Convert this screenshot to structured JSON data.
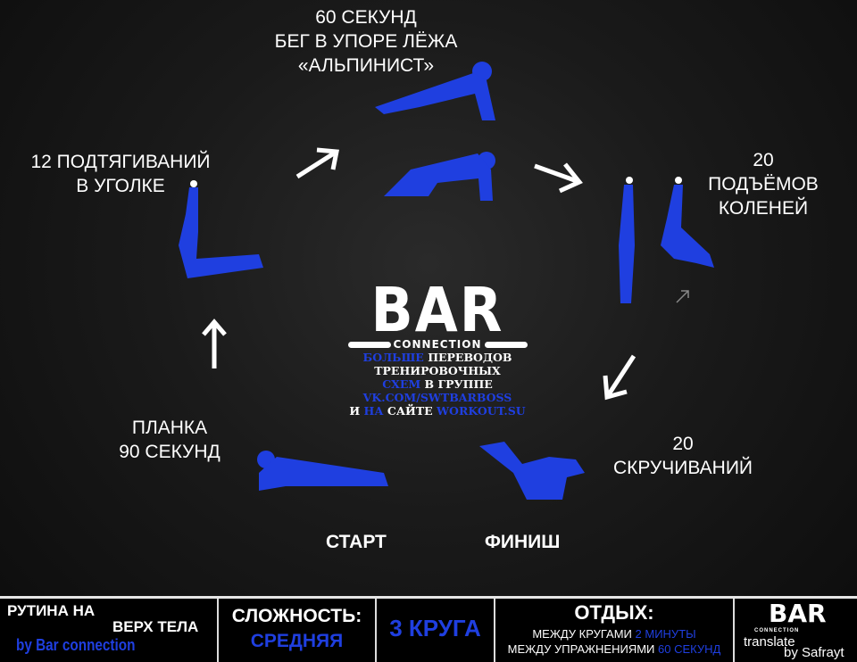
{
  "exercises": {
    "climbers": {
      "line1": "60 СЕКУНД",
      "line2": "БЕГ В УПОРЕ ЛЁЖА",
      "line3": "«АЛЬПИНИСТ»"
    },
    "pullups": {
      "line1": "12 ПОДТЯГИВАНИЙ",
      "line2": "В УГОЛКЕ"
    },
    "knees": {
      "line1": "20",
      "line2": "ПОДЪЁМОВ",
      "line3": "КОЛЕНЕЙ"
    },
    "crunches": {
      "line1": "20",
      "line2": "СКРУЧИВАНИЙ"
    },
    "plank": {
      "line1": "ПЛАНКА",
      "line2": "90 СЕКУНД"
    }
  },
  "start_label": "СТАРТ",
  "finish_label": "ФИНИШ",
  "logo": {
    "title": "BAR",
    "subtitle": "CONNECTION",
    "promo": [
      [
        {
          "t": "БОЛЬШЕ",
          "blue": true
        },
        {
          "t": " ПЕРЕВОДОВ ТРЕНИРОВОЧНЫХ",
          "blue": false
        }
      ],
      [
        {
          "t": "СХЕМ",
          "blue": true
        },
        {
          "t": " В ГРУППЕ ",
          "blue": false
        },
        {
          "t": "VK.COM/SWTBARBOSS",
          "blue": true
        }
      ],
      [
        {
          "t": "И ",
          "blue": false
        },
        {
          "t": "НА",
          "blue": true
        },
        {
          "t": " САЙТЕ ",
          "blue": false
        },
        {
          "t": "WORKOUT.SU",
          "blue": true
        }
      ]
    ]
  },
  "footer": {
    "routine_line1": "РУТИНА НА",
    "routine_line2": "ВЕРХ ТЕЛА",
    "routine_by": "by Bar connection",
    "difficulty_label": "СЛОЖНОСТЬ:",
    "difficulty_value": "СРЕДНЯЯ",
    "rounds": "3 КРУГА",
    "rest_label": "ОТДЫХ:",
    "rest_rounds_label": "МЕЖДУ КРУГАМИ",
    "rest_rounds_value": "2 МИНУТЫ",
    "rest_ex_label": "МЕЖДУ УПРАЖНЕНИЯМИ",
    "rest_ex_value": "60 СЕКУНД",
    "logo_title": "BAR",
    "logo_subtitle": "CONNECTION",
    "translate": "translate",
    "by": "by Safrayt"
  },
  "colors": {
    "accent": "#1f3fe0",
    "background": "#161616"
  }
}
